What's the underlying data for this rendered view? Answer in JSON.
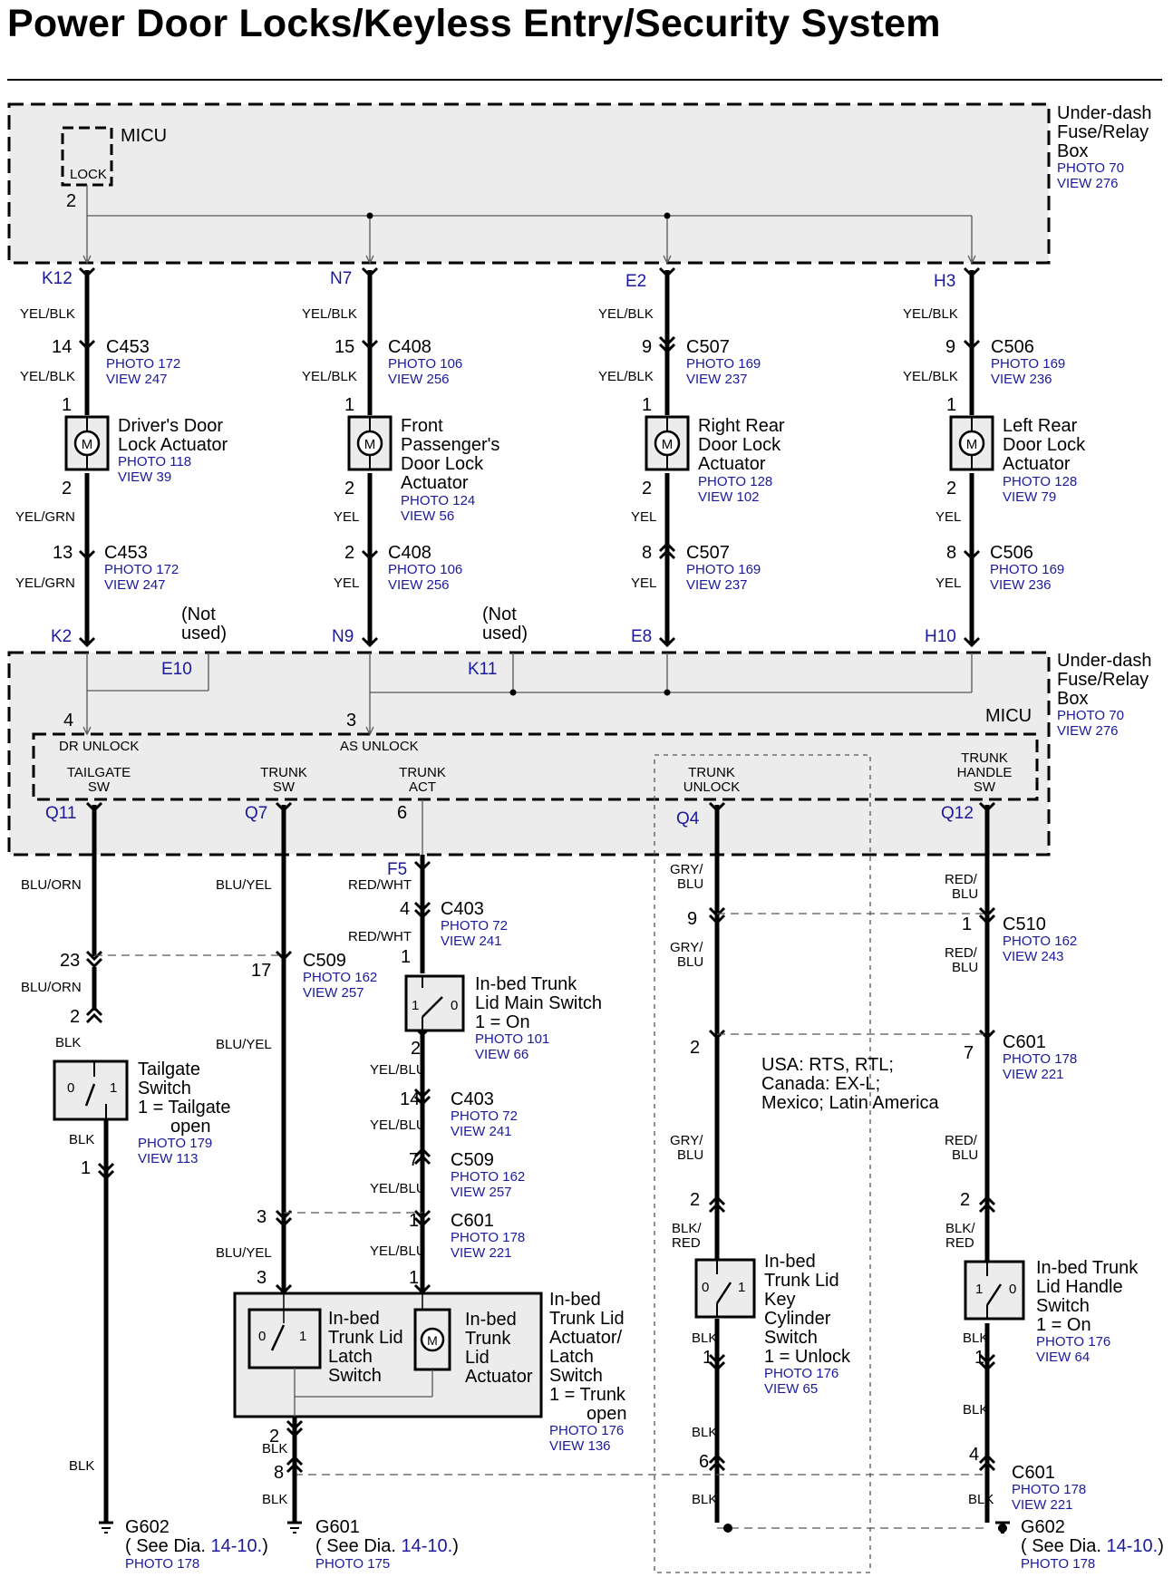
{
  "title": "Power Door Locks/Keyless Entry/Security System",
  "fuse_box": {
    "name_lines": [
      "Under-dash",
      "Fuse/Relay",
      "Box"
    ],
    "photo": "PHOTO 70",
    "view": "VIEW 276"
  },
  "micu": {
    "name": "MICU",
    "lock": "LOCK",
    "lock_pin": "2",
    "terminals": {
      "dr_unlock": "DR UNLOCK",
      "as_unlock": "AS UNLOCK",
      "tailgate_sw": [
        "TAILGATE",
        "SW"
      ],
      "trunk_sw": [
        "TRUNK",
        "SW"
      ],
      "trunk_act": [
        "TRUNK",
        "ACT"
      ],
      "trunk_unlock": [
        "TRUNK",
        "UNLOCK"
      ],
      "trunk_handle_sw": [
        "TRUNK",
        "HANDLE",
        "SW"
      ]
    },
    "pins": {
      "dr_unlock": "4",
      "as_unlock": "3",
      "trunk_act": "6"
    }
  },
  "box_pins": {
    "top": [
      "K12",
      "N7",
      "E2",
      "H3"
    ],
    "bottom": [
      "K2",
      "N9",
      "E8",
      "H10"
    ],
    "unused": [
      "E10",
      "K11"
    ],
    "lower": [
      "Q11",
      "Q7",
      "F5",
      "Q4",
      "Q12"
    ]
  },
  "not_used": [
    "(Not",
    "used)"
  ],
  "wires": {
    "yel_blk": "YEL/BLK",
    "yel_grn": "YEL/GRN",
    "yel": "YEL",
    "blu_orn": "BLU/ORN",
    "blu_yel": "BLU/YEL",
    "red_wht": "RED/WHT",
    "yel_blu": "YEL/BLU",
    "gry_blu": [
      "GRY/",
      "BLU"
    ],
    "red_blu": [
      "RED/",
      "BLU"
    ],
    "blk_red": [
      "BLK/",
      "RED"
    ],
    "blk": "BLK"
  },
  "connectors": {
    "c453": {
      "name": "C453",
      "photo": "PHOTO 172",
      "view": "VIEW 247",
      "pins": [
        "14",
        "13"
      ]
    },
    "c408": {
      "name": "C408",
      "photo": "PHOTO 106",
      "view": "VIEW 256",
      "pins": [
        "15",
        "2"
      ]
    },
    "c507": {
      "name": "C507",
      "photo": "PHOTO 169",
      "view": "VIEW 237",
      "pins": [
        "9",
        "8"
      ]
    },
    "c506": {
      "name": "C506",
      "photo": "PHOTO 169",
      "view": "VIEW 236",
      "pins": [
        "9",
        "8"
      ]
    },
    "c403": {
      "name": "C403",
      "photo": "PHOTO 72",
      "view": "VIEW 241",
      "pins": [
        "4",
        "14"
      ]
    },
    "c509": {
      "name": "C509",
      "photo": "PHOTO 162",
      "view": "VIEW 257",
      "pins": [
        "23",
        "17",
        "7",
        "3"
      ]
    },
    "c510": {
      "name": "C510",
      "photo": "PHOTO 162",
      "view": "VIEW 243",
      "pins": [
        "9",
        "1"
      ]
    },
    "c601": {
      "name": "C601",
      "photo": "PHOTO 178",
      "view": "VIEW 221",
      "pins": [
        "2",
        "7",
        "1",
        "8",
        "6",
        "4"
      ]
    }
  },
  "actuators": [
    {
      "lines": [
        "Driver's Door",
        "Lock Actuator"
      ],
      "photo": "PHOTO 118",
      "view": "VIEW 39",
      "pins": [
        "1",
        "2"
      ]
    },
    {
      "lines": [
        "Front",
        "Passenger's",
        "Door Lock",
        "Actuator"
      ],
      "photo": "PHOTO 124",
      "view": "VIEW 56",
      "pins": [
        "1",
        "2"
      ]
    },
    {
      "lines": [
        "Right Rear",
        "Door Lock",
        "Actuator"
      ],
      "photo": "PHOTO 128",
      "view": "VIEW 102",
      "pins": [
        "1",
        "2"
      ]
    },
    {
      "lines": [
        "Left Rear",
        "Door Lock",
        "Actuator"
      ],
      "photo": "PHOTO 128",
      "view": "VIEW 79",
      "pins": [
        "1",
        "2"
      ]
    }
  ],
  "motor_symbol": "M",
  "switches": {
    "main": {
      "lines": [
        "In-bed Trunk",
        "Lid Main Switch",
        "1 = On"
      ],
      "photo": "PHOTO 101",
      "view": "VIEW 66",
      "pins": [
        "1",
        "2"
      ],
      "positions": [
        "1",
        "0"
      ]
    },
    "tailgate": {
      "lines": [
        "Tailgate",
        "Switch",
        "1 = Tailgate",
        "open"
      ],
      "photo": "PHOTO 179",
      "view": "VIEW 113",
      "pins": [
        "2",
        "1"
      ],
      "positions": [
        "0",
        "1"
      ]
    },
    "key_cyl": {
      "lines": [
        "In-bed",
        "Trunk Lid",
        "Key",
        "Cylinder",
        "Switch",
        "1 = Unlock"
      ],
      "photo": "PHOTO 176",
      "view": "VIEW 65",
      "pins": [
        "2",
        "1"
      ],
      "positions": [
        "0",
        "1"
      ]
    },
    "handle": {
      "lines": [
        "In-bed Trunk",
        "Lid Handle",
        "Switch",
        "1 = On"
      ],
      "photo": "PHOTO 176",
      "view": "VIEW 64",
      "pins": [
        "2",
        "1"
      ],
      "positions": [
        "1",
        "0"
      ]
    }
  },
  "trunk_assembly": {
    "lines": [
      "In-bed",
      "Trunk Lid",
      "Actuator/",
      "Latch",
      "Switch",
      "1 = Trunk",
      "open"
    ],
    "photo": "PHOTO 176",
    "view": "VIEW 136",
    "latch": [
      "In-bed",
      "Trunk Lid",
      "Latch",
      "Switch"
    ],
    "actuator": [
      "In-bed",
      "Trunk",
      "Lid",
      "Actuator"
    ],
    "pins": [
      "3",
      "1",
      "2"
    ],
    "positions": [
      "0",
      "1"
    ]
  },
  "market_note": [
    "USA: RTS, RTL;",
    "Canada: EX-L;",
    "Mexico; Latin America"
  ],
  "grounds": [
    {
      "name": "G602",
      "see": "( See Dia. ",
      "dia": "14-10.",
      "close": ")",
      "photo": "PHOTO 178"
    },
    {
      "name": "G601",
      "see": "( See Dia. ",
      "dia": "14-10.",
      "close": ")",
      "photo": "PHOTO 175"
    },
    {
      "name": "G602",
      "see": "( See Dia. ",
      "dia": "14-10.",
      "close": ")",
      "photo": "PHOTO 178"
    }
  ]
}
